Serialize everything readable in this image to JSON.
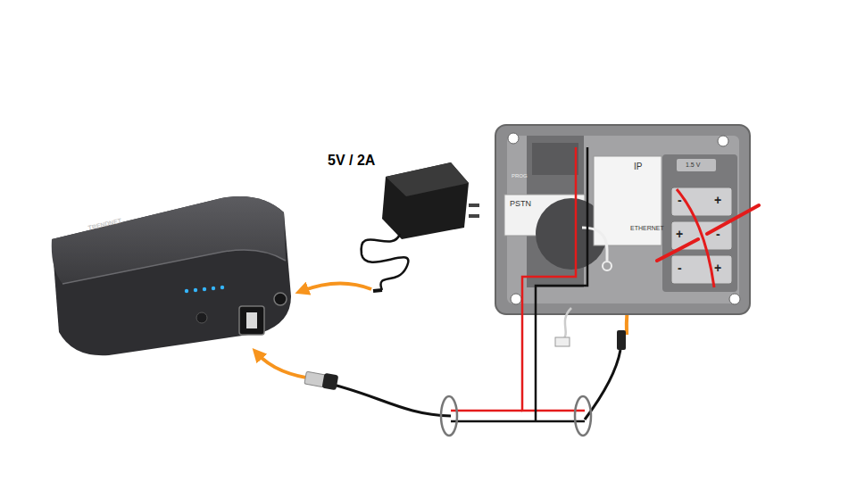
{
  "diagram": {
    "labels": [
      "5V / 2A",
      "TRENDNET",
      "PROG",
      "PSTN",
      "IP",
      "ETHERNET",
      "1.5 V",
      "-",
      "+",
      "+",
      "-",
      "-",
      "+"
    ]
  }
}
